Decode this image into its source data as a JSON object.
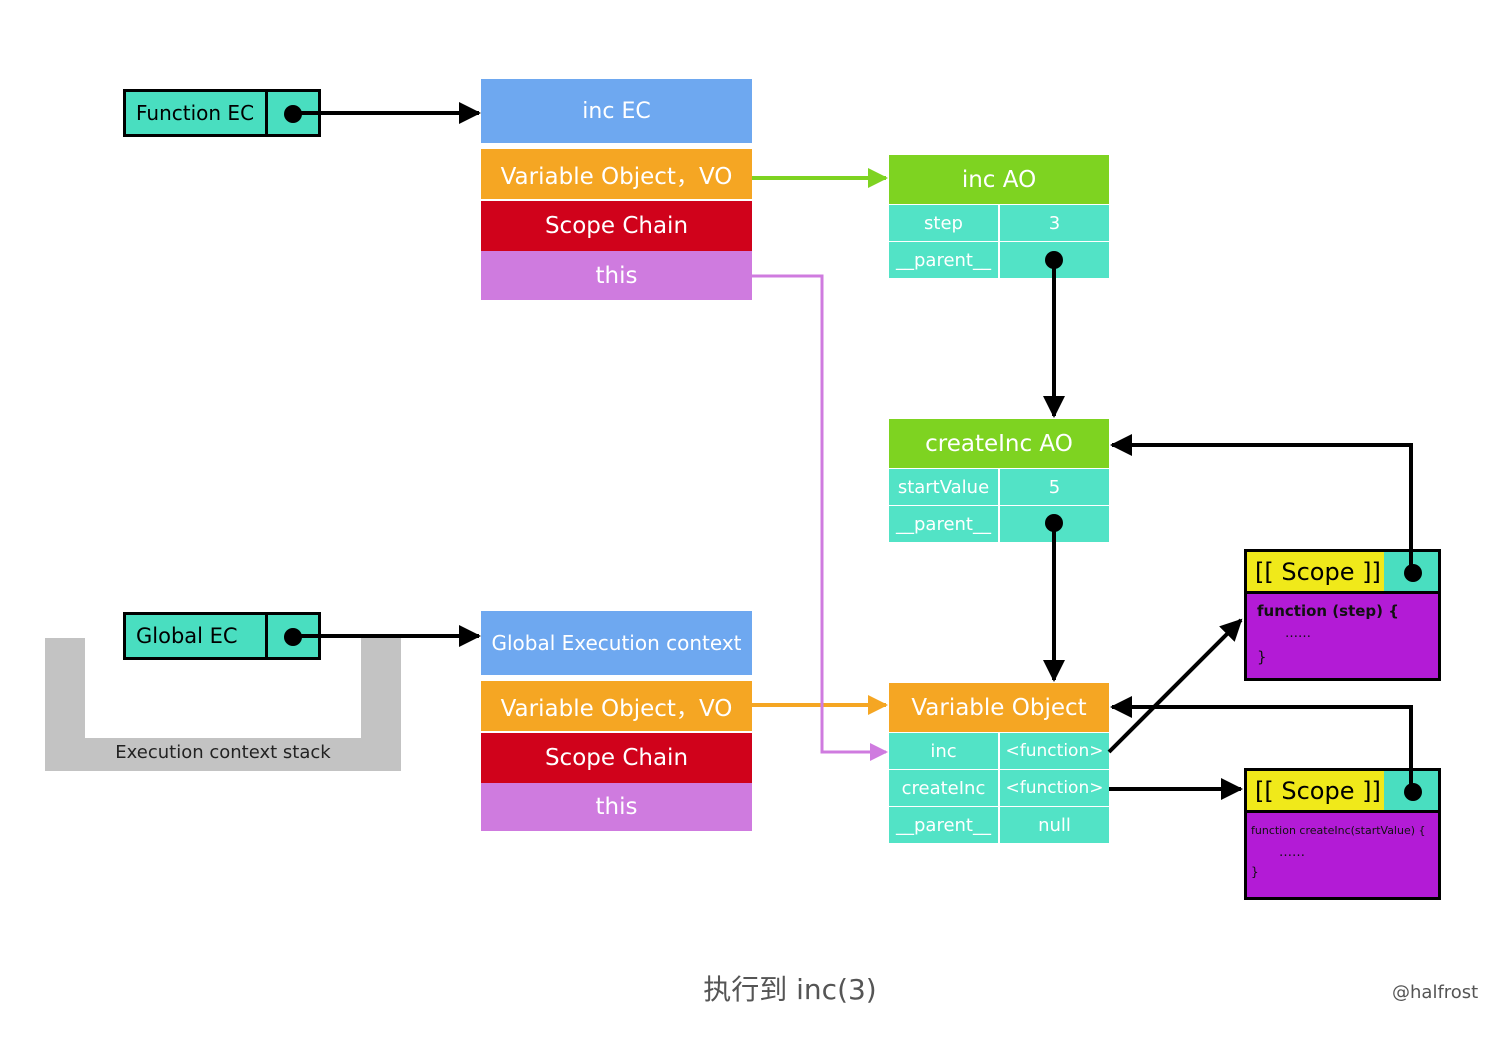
{
  "pointers": {
    "function_ec": "Function EC",
    "global_ec": "Global EC"
  },
  "stack_label": "Execution context stack",
  "inc_ec": {
    "title": "inc EC",
    "vo": "Variable Object，VO",
    "scope_chain": "Scope Chain",
    "this": "this"
  },
  "global_ec": {
    "title": "Global Execution context",
    "vo": "Variable Object，VO",
    "scope_chain": "Scope Chain",
    "this": "this"
  },
  "inc_ao": {
    "title": "inc AO",
    "rows": [
      {
        "key": "step",
        "value": "3"
      },
      {
        "key": "__parent__",
        "value": ""
      }
    ]
  },
  "createinc_ao": {
    "title": "createInc AO",
    "rows": [
      {
        "key": "startValue",
        "value": "5"
      },
      {
        "key": "__parent__",
        "value": ""
      }
    ]
  },
  "variable_object": {
    "title": "Variable Object",
    "rows": [
      {
        "key": "inc",
        "value": "<function>"
      },
      {
        "key": "createInc",
        "value": "<function>"
      },
      {
        "key": "__parent__",
        "value": "null"
      }
    ]
  },
  "scope_inc": {
    "head": "[[ Scope ]]",
    "line1": "function (step) {",
    "line2": "……",
    "line3": "}"
  },
  "scope_createinc": {
    "head": "[[ Scope ]]",
    "line1": "function createInc(startValue) {",
    "line2": "……",
    "line3": "}"
  },
  "caption": "执行到 inc(3)",
  "credit": "@halfrost",
  "colors": {
    "ec_title": "#6ea8f0",
    "vo": "#f5a623",
    "scope_chain": "#d0021b",
    "this": "#cf7bdf",
    "ao_title": "#7ed321",
    "table_cell": "#52e3c6",
    "scope_head": "#f0e91a",
    "scope_body": "#b31bd6"
  }
}
